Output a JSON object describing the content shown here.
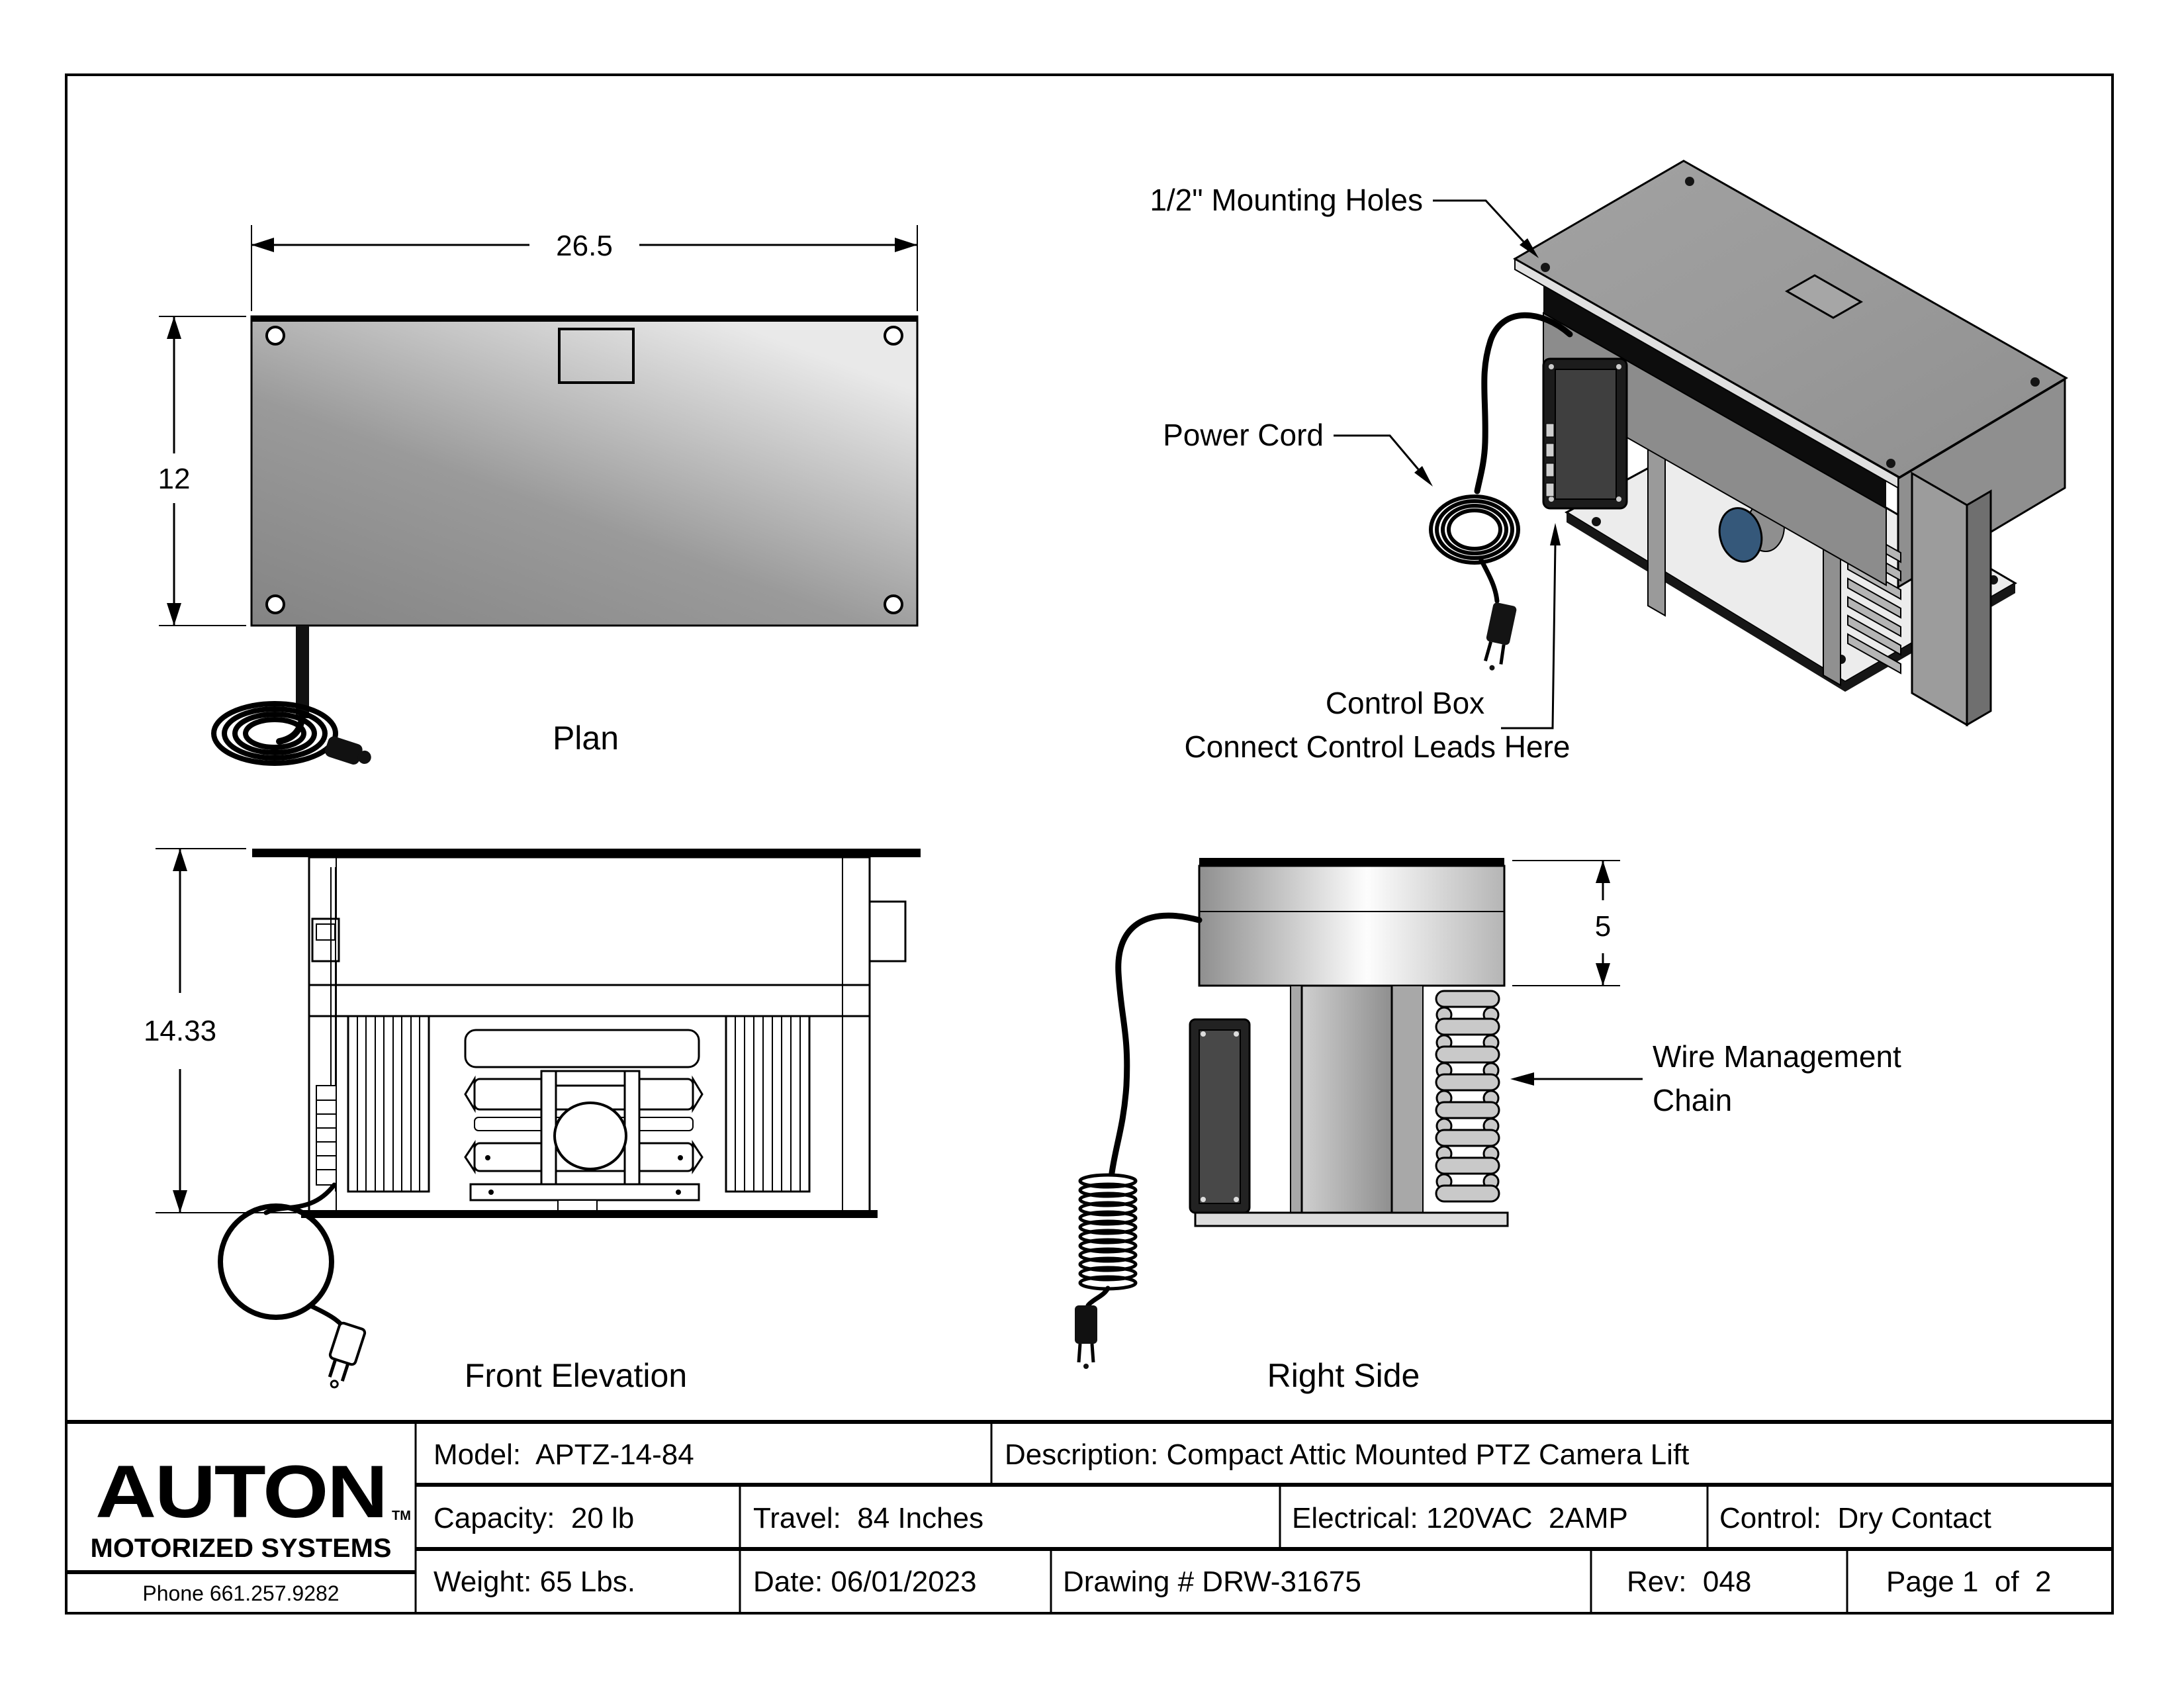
{
  "sheet": {
    "type": "engineering-drawing",
    "page_size": "3300x2550"
  },
  "views": {
    "plan": {
      "caption": "Plan",
      "width_dim": "26.5",
      "height_dim": "12"
    },
    "isometric": {
      "mounting_holes_label": "1/2\" Mounting Holes",
      "power_cord_label": "Power Cord",
      "control_box_label_line1": "Control Box",
      "control_box_label_line2": "Connect Control Leads Here"
    },
    "front_elevation": {
      "caption": "Front Elevation",
      "height_dim": "14.33"
    },
    "right_side": {
      "caption": "Right Side",
      "top_dim": "5",
      "wire_chain_label_line1": "Wire Management",
      "wire_chain_label_line2": "Chain"
    }
  },
  "title_block": {
    "logo": {
      "brand": "AUTON",
      "trademark": "TM",
      "tagline": "MOTORIZED SYSTEMS",
      "phone": "Phone 661.257.9282"
    },
    "row1": {
      "model": "Model:  APTZ-14-84",
      "description": "Description: Compact Attic Mounted PTZ Camera Lift"
    },
    "row2": {
      "capacity": "Capacity:  20 lb",
      "travel": "Travel:  84 Inches",
      "electrical": "Electrical: 120VAC  2AMP",
      "control": "Control:  Dry Contact"
    },
    "row3": {
      "weight": "Weight: 65 Lbs.",
      "date": "Date: 06/01/2023",
      "drawing_number": "Drawing # DRW-31675",
      "rev": "Rev:  048",
      "page": "Page 1  of  2"
    }
  },
  "colors": {
    "line": "#000000",
    "paper": "#ffffff",
    "plate_gray": "#9a9a9a",
    "housing_gray": "#8a8a8a",
    "base_gray": "#ececec",
    "control_box_dark": "#1c1c1c",
    "lens_blue": "#35587a",
    "chain_gray": "#c9c9c9"
  }
}
